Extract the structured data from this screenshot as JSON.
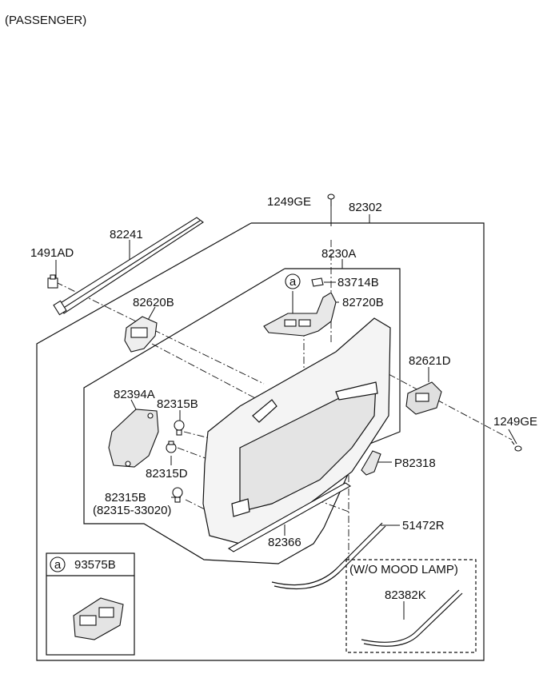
{
  "header": {
    "variant": "(PASSENGER)"
  },
  "callout_letter": "a",
  "inset_box": {
    "letter": "a",
    "part": "93575B"
  },
  "mood_lamp_box": {
    "title": "(W/O MOOD LAMP)",
    "part": "82382K"
  },
  "labels": {
    "p1249ge_top": "1249GE",
    "p82302": "82302",
    "p82241": "82241",
    "p1491ad": "1491AD",
    "p8230a": "8230A",
    "p83714b": "83714B",
    "p82720b": "82720B",
    "p82620b": "82620B",
    "p82621d": "82621D",
    "p1249ge_right": "1249GE",
    "p82394a": "82394A",
    "p82315b_top": "82315B",
    "p82315d": "82315D",
    "p82315b_bot": "82315B",
    "p82315_33020": "(82315-33020)",
    "pp82318": "P82318",
    "p82366": "82366",
    "p51472r": "51472R"
  }
}
